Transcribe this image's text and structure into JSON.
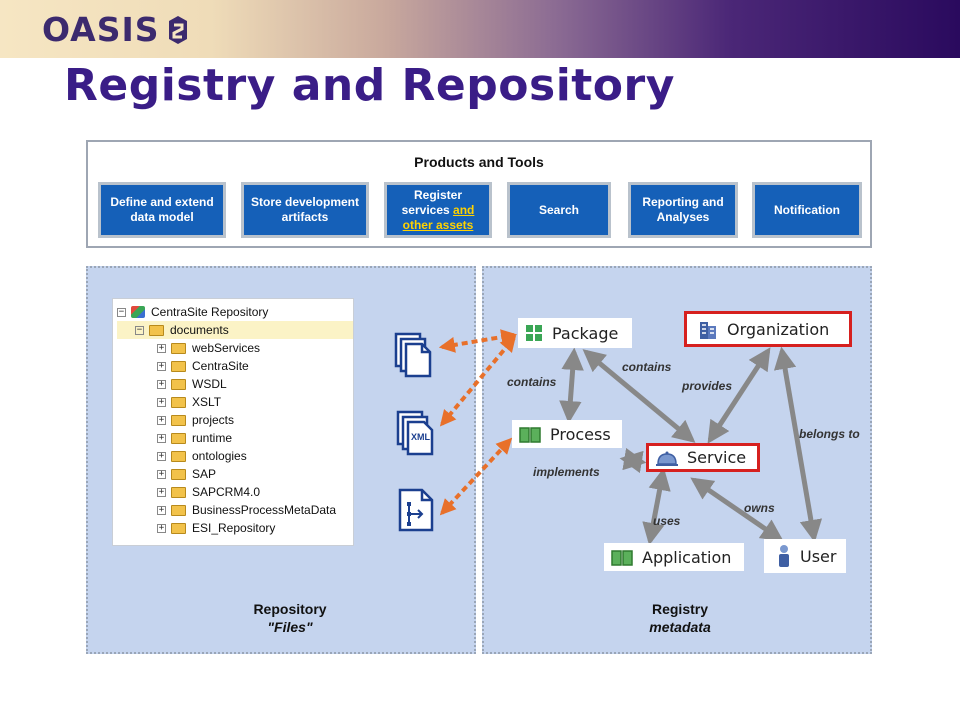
{
  "header": {
    "logo_text": "OASIS",
    "title": "Registry and Repository"
  },
  "tools": {
    "title": "Products and Tools",
    "buttons": [
      {
        "label": "Define and extend data model"
      },
      {
        "label": "Store development artifacts"
      },
      {
        "label_prefix": "Register services ",
        "label_link": "and other assets"
      },
      {
        "label": "Search"
      },
      {
        "label": "Reporting and Analyses"
      },
      {
        "label": "Notification"
      }
    ]
  },
  "repository": {
    "tree": [
      {
        "label": "CentraSite Repository"
      },
      {
        "label": "documents"
      },
      {
        "label": "webServices"
      },
      {
        "label": "CentraSite"
      },
      {
        "label": "WSDL"
      },
      {
        "label": "XSLT"
      },
      {
        "label": "projects"
      },
      {
        "label": "runtime"
      },
      {
        "label": "ontologies"
      },
      {
        "label": "SAP"
      },
      {
        "label": "SAPCRM4.0"
      },
      {
        "label": "BusinessProcessMetaData"
      },
      {
        "label": "ESI_Repository"
      }
    ],
    "caption_line1": "Repository",
    "caption_line2": "\"Files\"",
    "file_icons": [
      {
        "badge": ""
      },
      {
        "badge": "XML"
      },
      {
        "badge": ""
      }
    ]
  },
  "registry": {
    "nodes": {
      "package": "Package",
      "organization": "Organization",
      "process": "Process",
      "service": "Service",
      "application": "Application",
      "user": "User"
    },
    "relations": {
      "contains_left": "contains",
      "contains_right": "contains",
      "provides": "provides",
      "belongs_to": "belongs to",
      "implements": "implements",
      "owns": "owns",
      "uses": "uses"
    },
    "caption_line1": "Registry",
    "caption_line2": "metadata"
  },
  "colors": {
    "button_blue": "#1560b8",
    "link_yellow": "#ffd200",
    "panel_blue": "#c5d4ee",
    "arrow_gray": "#888888",
    "dotted_orange": "#e8702a",
    "highlight_red": "#d6201f",
    "title_purple": "#3a1d87"
  }
}
